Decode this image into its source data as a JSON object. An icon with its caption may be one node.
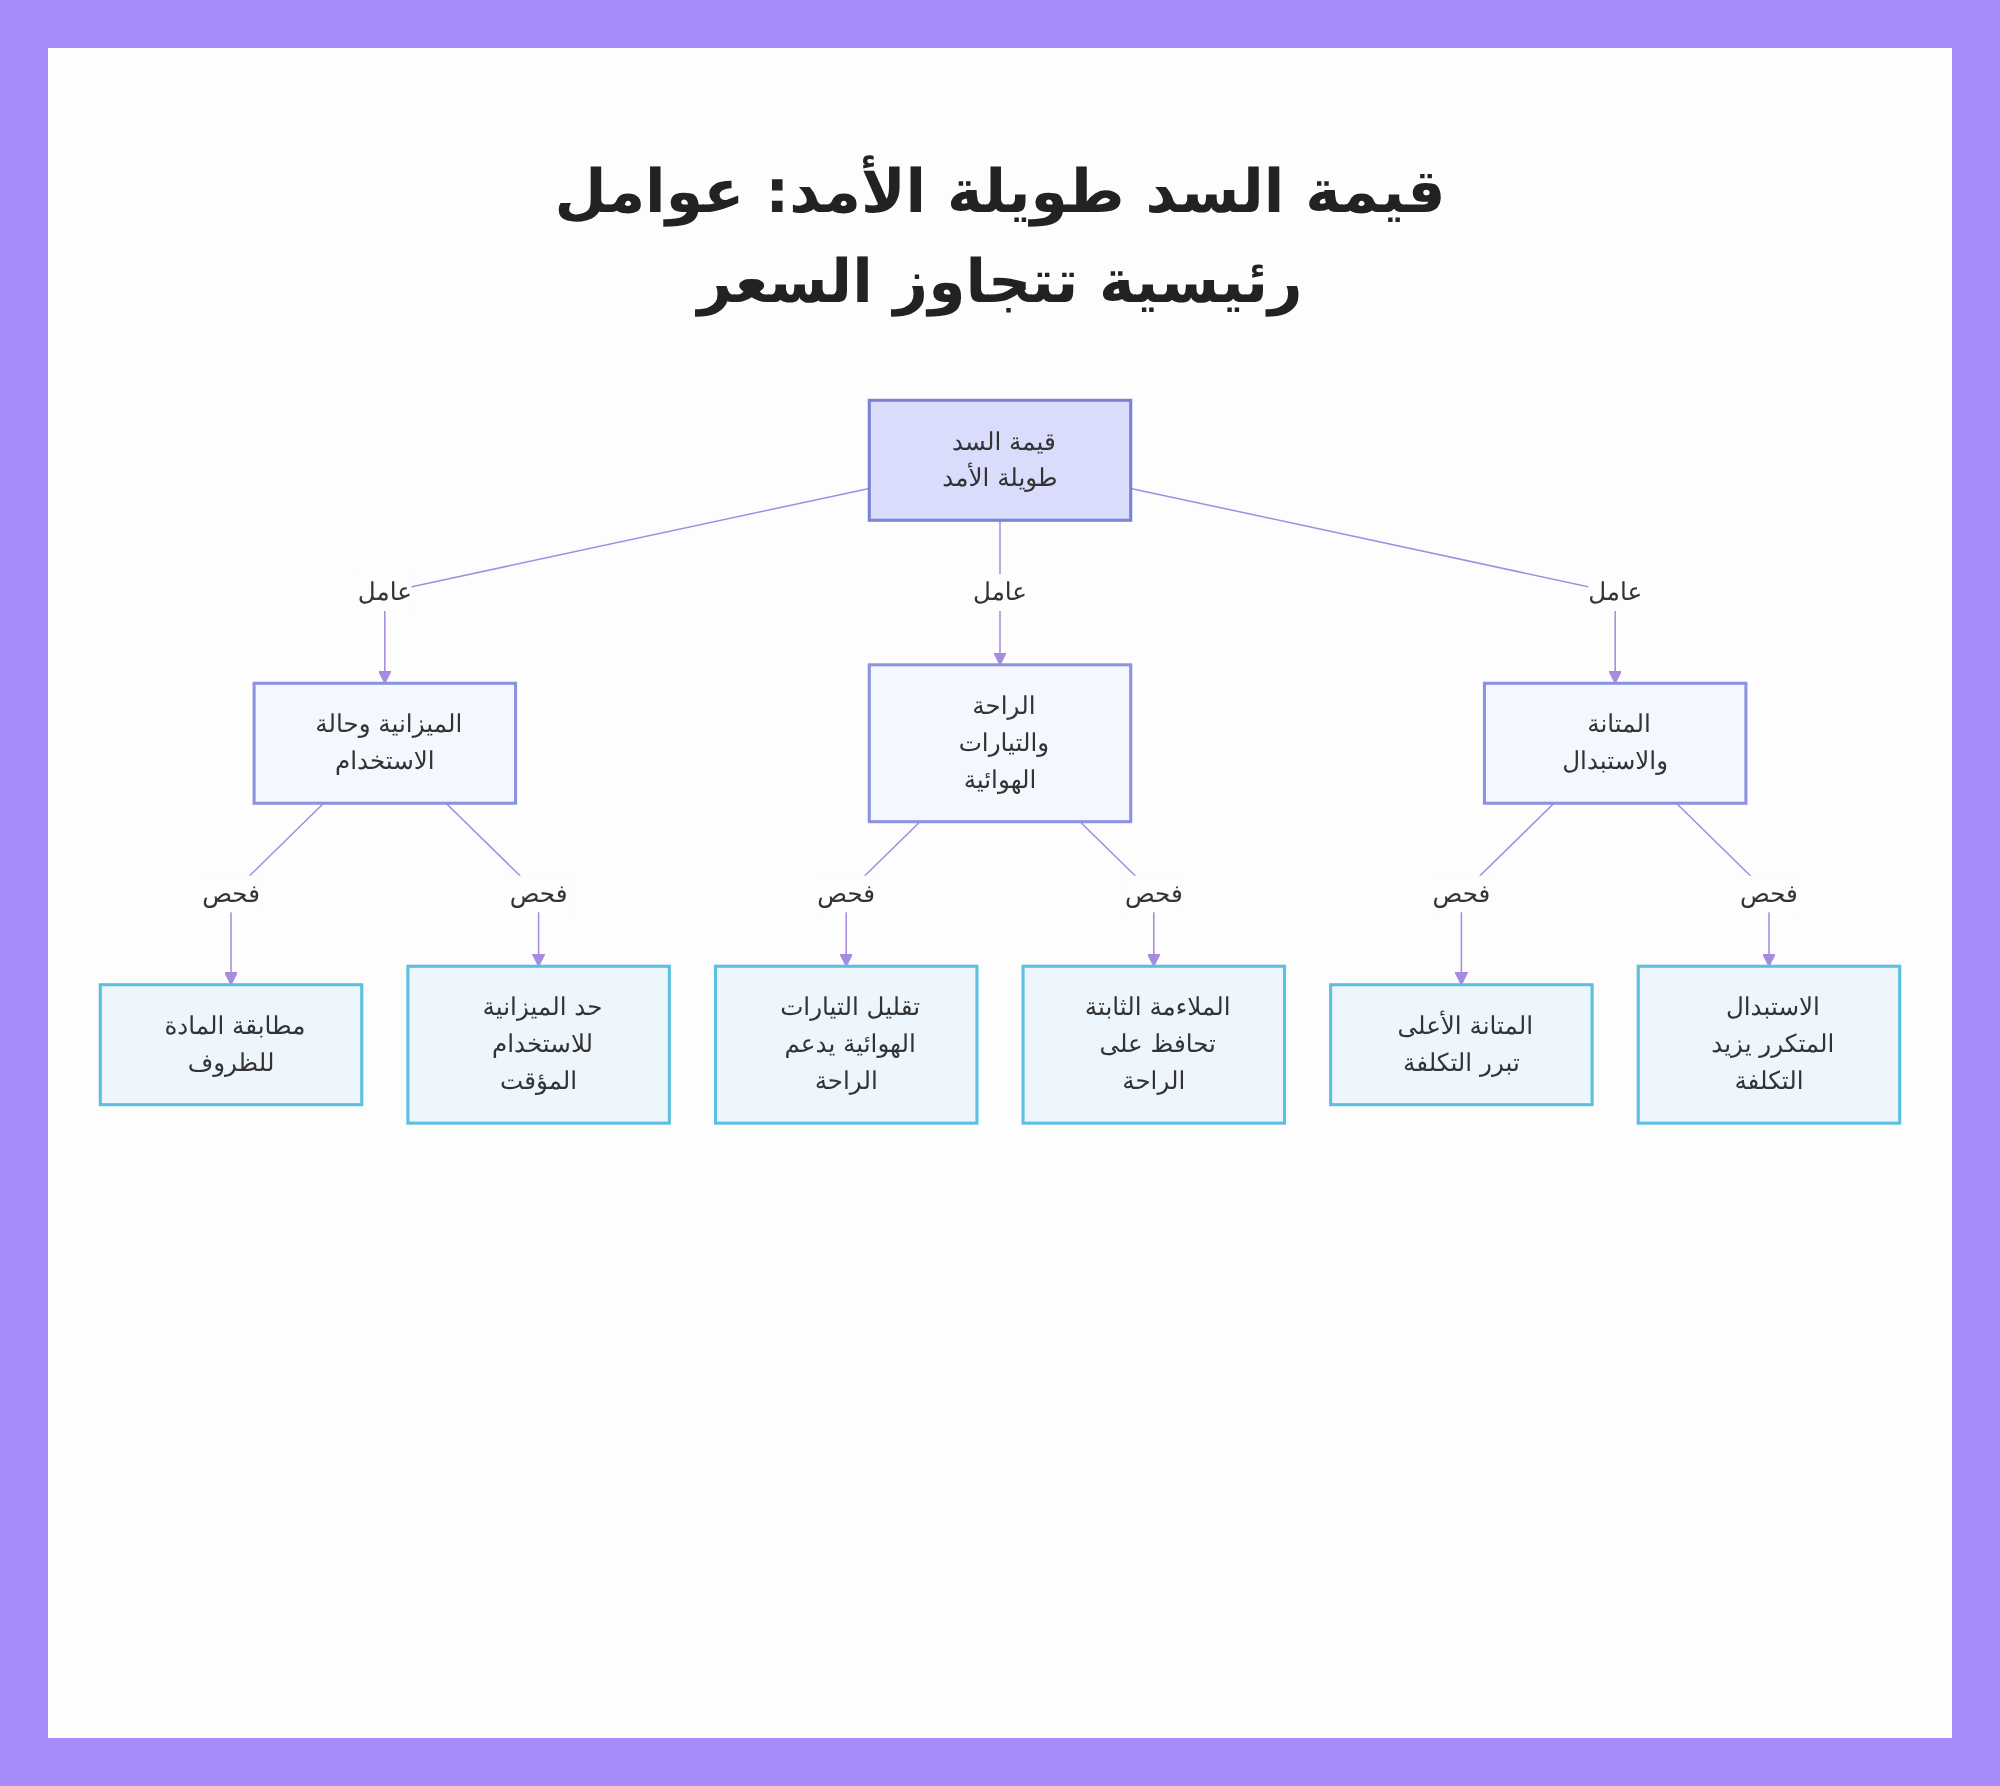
{
  "diagram": {
    "title": "قيمة السد طويلة الأمد: عوامل رئيسية تتجاوز السعر",
    "nodes": [
      {
        "text": [
          "قيمة السد طويلة الأمد"
        ]
      },
      {
        "text": [
          "الميزانية وحالة الاستخدام"
        ]
      },
      {
        "text": [
          "الراحة والتيارات الهوائية"
        ]
      },
      {
        "text": [
          "المتانة والاستبدال"
        ]
      },
      {
        "text": [
          "مطابقة المادة للظروف"
        ]
      },
      {
        "text": [
          "حد الميزانية للاستخدام المؤقت"
        ]
      },
      {
        "text": [
          "تقليل التيارات الهوائية يدعم الراحة"
        ]
      },
      {
        "text": [
          "الملاءمة الثابتة تحافظ على الراحة"
        ]
      },
      {
        "text": [
          "المتانة الأعلى تبرر التكلفة"
        ]
      },
      {
        "text": [
          "الاستبدال المتكرر يزيد التكلفة"
        ]
      }
    ],
    "edges": [
      {
        "from": 0,
        "to": 1,
        "arrow": "to",
        "label": "عامل"
      },
      {
        "from": 0,
        "to": 2,
        "arrow": "to",
        "label": "عامل"
      },
      {
        "from": 0,
        "to": 3,
        "arrow": "to",
        "label": "عامل"
      },
      {
        "from": 1,
        "to": 4,
        "arrow": "to",
        "label": "فحص"
      },
      {
        "from": 1,
        "to": 5,
        "arrow": "to",
        "label": "فحص"
      },
      {
        "from": 2,
        "to": 6,
        "arrow": "to",
        "label": "فحص"
      },
      {
        "from": 2,
        "to": 7,
        "arrow": "to",
        "label": "فحص"
      },
      {
        "from": 3,
        "to": 8,
        "arrow": "to",
        "label": "فحص"
      },
      {
        "from": 3,
        "to": 9,
        "arrow": "to",
        "label": "فحص"
      }
    ]
  }
}
